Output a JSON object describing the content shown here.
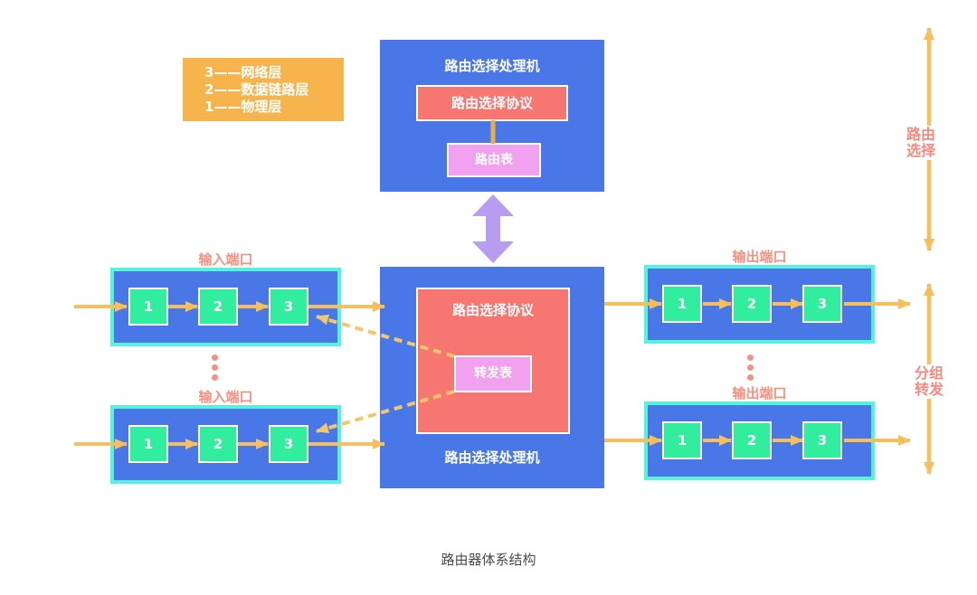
{
  "diagram": {
    "caption": "路由器体系结构",
    "legend": {
      "items": [
        "3——网络层",
        "2——数据链路层",
        "1——物理层"
      ]
    },
    "top_processor": {
      "title": "路由选择处理机",
      "protocol_label": "路由选择协议",
      "routing_table_label": "路由表"
    },
    "center_processor": {
      "protocol_label": "路由选择协议",
      "forwarding_table_label": "转发表",
      "title": "路由选择处理机"
    },
    "input_ports": [
      {
        "label": "输入端口",
        "stages": [
          "1",
          "2",
          "3"
        ]
      },
      {
        "label": "输入端口",
        "stages": [
          "1",
          "2",
          "3"
        ]
      }
    ],
    "output_ports": [
      {
        "label": "输出端口",
        "stages": [
          "1",
          "2",
          "3"
        ]
      },
      {
        "label": "输出端口",
        "stages": [
          "1",
          "2",
          "3"
        ]
      }
    ],
    "side_labels": {
      "routing": "路由\n选择",
      "forwarding": "分组\n转发"
    },
    "icons": {
      "double_arrow": "thick-vertical-double-arrow",
      "ellipsis": "vertical-ellipsis"
    },
    "colors": {
      "box_blue": "#4A77E8",
      "port_border_cyan": "#57F2DE",
      "stage_green": "#30EE9E",
      "arrow_orange": "#F7BE5A",
      "dashed_orange": "#F2C767",
      "legend_orange": "#F8B44C",
      "protocol_red": "#F87672",
      "table_pink": "#F2A0F0",
      "label_salmon": "#F8907F",
      "double_arrow_purple": "#B89CF2",
      "connector_gold": "#EAAC47",
      "caption_gray": "#4b4b4b"
    }
  }
}
